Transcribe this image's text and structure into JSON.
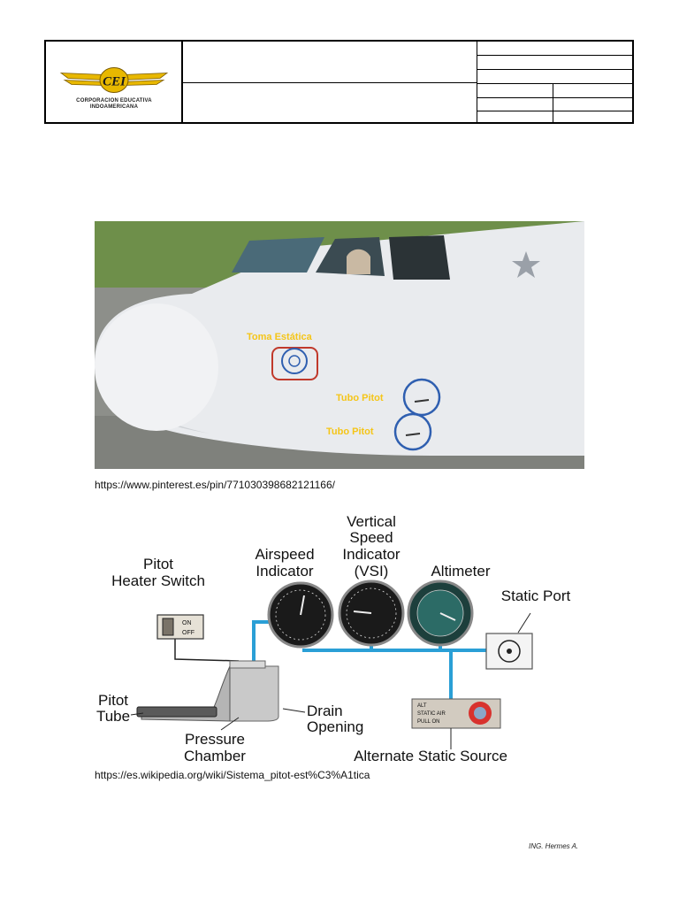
{
  "header": {
    "logo_text": "CEI",
    "org_line1": "CORPORACION EDUCATIVA",
    "org_line2": "INDOAMERICANA"
  },
  "photo": {
    "labels": {
      "static": "Toma Estática",
      "pitot1": "Tubo Pitot",
      "pitot2": "Tubo Pitot"
    },
    "label_color": "#f5c518",
    "circle_color": "#2f5fb0",
    "square_color": "#c0392b"
  },
  "caption1": "https://www.pinterest.es/pin/771030398682121166/",
  "diagram": {
    "labels": {
      "vsi": [
        "Vertical",
        "Speed",
        "Indicator",
        "(VSI)"
      ],
      "airspeed": [
        "Airspeed",
        "Indicator"
      ],
      "altimeter": "Altimeter",
      "static_port": "Static Port",
      "heater": [
        "Pitot",
        "Heater Switch"
      ],
      "pitot_tube": [
        "Pitot",
        "Tube"
      ],
      "drain": [
        "Drain",
        "Opening"
      ],
      "pressure": [
        "Pressure",
        "Chamber"
      ],
      "alternate": "Alternate Static Source",
      "switch_on": "ON",
      "switch_off": "OFF",
      "alt_panel": [
        "ALT",
        "STATIC AIR",
        "PULL ON"
      ]
    },
    "pipe_color": "#2a9fd6"
  },
  "caption2": "https://es.wikipedia.org/wiki/Sistema_pitot-est%C3%A1tica",
  "footer": "ING. Hermes A."
}
